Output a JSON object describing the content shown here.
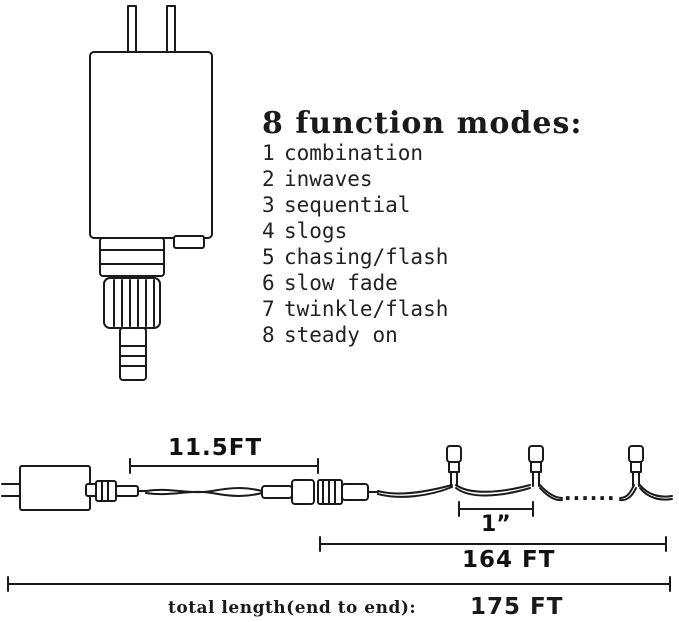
{
  "modes": {
    "title": "8 function modes:",
    "items": [
      {
        "num": "1",
        "label": "combination"
      },
      {
        "num": "2",
        "label": "inwaves"
      },
      {
        "num": "3",
        "label": "sequential"
      },
      {
        "num": "4",
        "label": "slogs"
      },
      {
        "num": "5",
        "label": "chasing/flash"
      },
      {
        "num": "6",
        "label": "slow fade"
      },
      {
        "num": "7",
        "label": "twinkle/flash"
      },
      {
        "num": "8",
        "label": "steady on"
      }
    ]
  },
  "dimensions": {
    "lead_cable": "11.5FT",
    "bulb_spacing": "1”",
    "lighted_length": "164 FT",
    "total_label": "total length(end to end):",
    "total_value": "175 FT"
  },
  "ellipsis": "......",
  "colors": {
    "line": "#1a1a1a",
    "background": "#ffffff"
  }
}
